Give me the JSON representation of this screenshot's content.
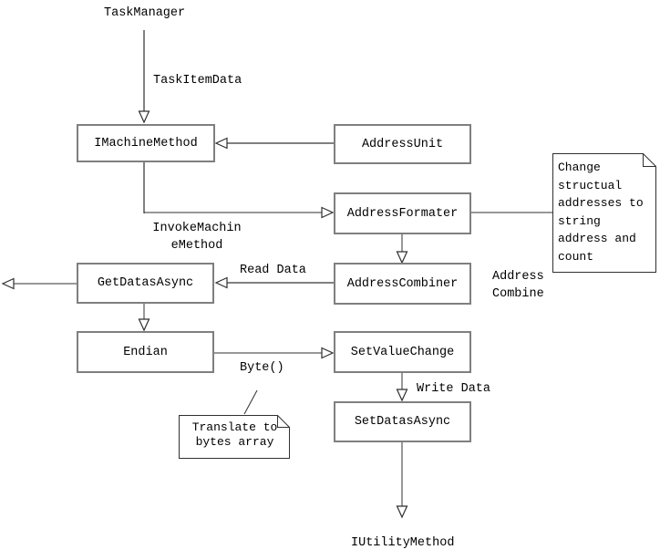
{
  "diagram": {
    "nodes": {
      "task_manager": "TaskManager",
      "imachine_method": "IMachineMethod",
      "address_unit": "AddressUnit",
      "address_formater": "AddressFormater",
      "address_combiner": "AddressCombiner",
      "get_datas_async": "GetDatasAsync",
      "endian": "Endian",
      "set_value_change": "SetValueChange",
      "set_datas_async": "SetDatasAsync",
      "iutility_method": "IUtilityMethod"
    },
    "edge_labels": {
      "task_item_data": "TaskItemData",
      "invoke_machine_method": [
        "InvokeMachin",
        "eMethod"
      ],
      "read_data": "Read Data",
      "address_combine": [
        "Address",
        "Combine"
      ],
      "byte_call": "Byte()",
      "write_data": "Write Data"
    },
    "notes": {
      "change_structural": {
        "lines": [
          "Change",
          "structual",
          "addresses to",
          "string",
          "address and",
          "count"
        ]
      },
      "translate_bytes": {
        "lines": [
          "Translate to",
          "bytes array"
        ]
      }
    },
    "colors": {
      "background": "#ffffff",
      "box_border": "#7f7f7f",
      "connector_gray": "#808080",
      "connector_dark": "#303030",
      "text": "#000000"
    }
  }
}
